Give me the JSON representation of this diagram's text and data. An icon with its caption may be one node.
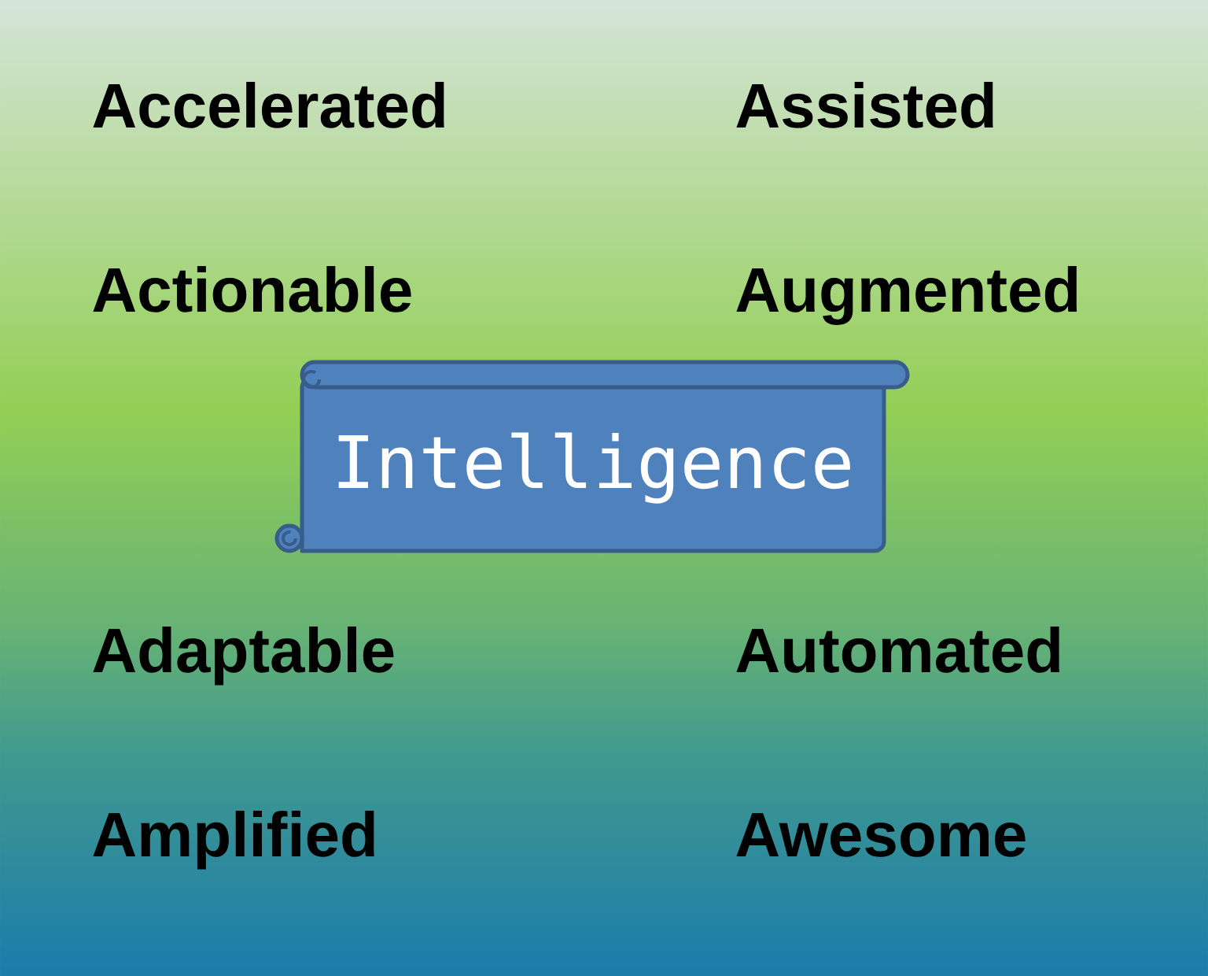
{
  "diagram": {
    "nodes": [
      {
        "text": [
          "Intelligence"
        ]
      }
    ],
    "labels": [
      "Accelerated",
      "Assisted",
      "Actionable",
      "Augmented",
      "Adaptable",
      "Automated",
      "Amplified",
      "Awesome"
    ]
  }
}
